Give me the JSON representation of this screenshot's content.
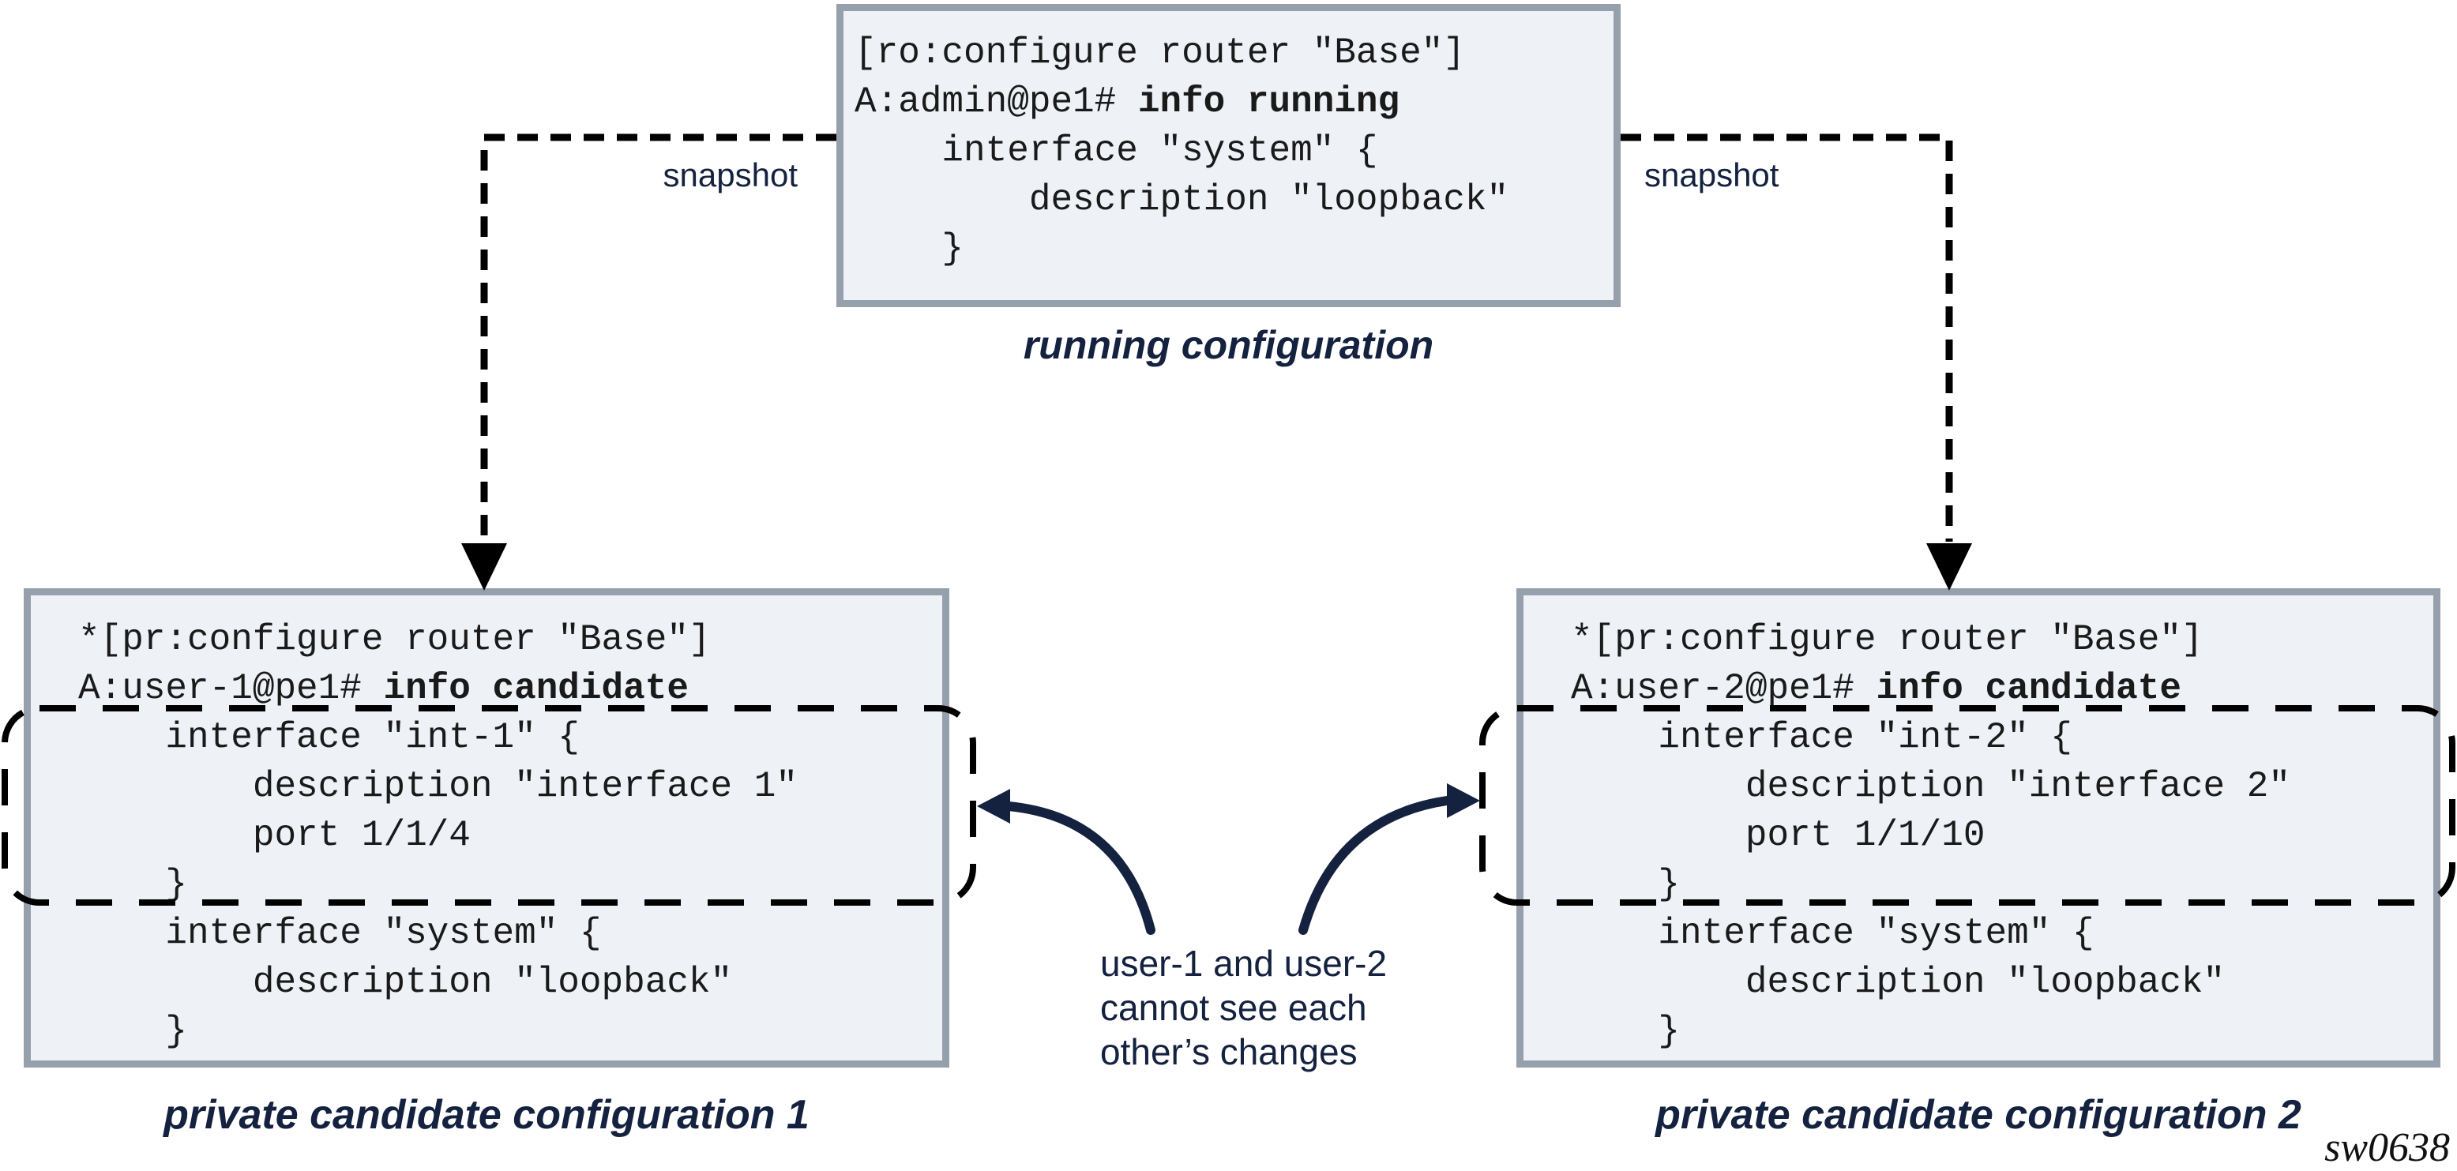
{
  "colors": {
    "navy": "#14213f",
    "box_fill": "#eef2f7",
    "box_border": "#96a0ac",
    "connector_black": "#000000"
  },
  "running": {
    "label": "running configuration",
    "lines": [
      [
        {
          "t": "[ro:configure router \"Base\"]"
        }
      ],
      [
        {
          "t": "A:admin@pe1# "
        },
        {
          "t": "info running",
          "b": true
        }
      ],
      [
        {
          "t": "    interface \"system\" {"
        }
      ],
      [
        {
          "t": "        description \"loopback\""
        }
      ],
      [
        {
          "t": "    }"
        }
      ]
    ]
  },
  "candidate1": {
    "label": "private candidate configuration 1",
    "lines": [
      [
        {
          "t": "*[pr:configure router \"Base\"]"
        }
      ],
      [
        {
          "t": "A:user-1@pe1# "
        },
        {
          "t": "info candidate",
          "b": true
        }
      ],
      [
        {
          "t": "    interface \"int-1\" {"
        }
      ],
      [
        {
          "t": "        description \"interface 1\""
        }
      ],
      [
        {
          "t": "        port 1/1/4"
        }
      ],
      [
        {
          "t": "    }"
        }
      ],
      [
        {
          "t": "    interface \"system\" {"
        }
      ],
      [
        {
          "t": "        description \"loopback\""
        }
      ],
      [
        {
          "t": "    }"
        }
      ]
    ]
  },
  "candidate2": {
    "label": "private candidate configuration 2",
    "lines": [
      [
        {
          "t": "*[pr:configure router \"Base\"]"
        }
      ],
      [
        {
          "t": "A:user-2@pe1# "
        },
        {
          "t": "info candidate",
          "b": true
        }
      ],
      [
        {
          "t": "    interface \"int-2\" {"
        }
      ],
      [
        {
          "t": "        description \"interface 2\""
        }
      ],
      [
        {
          "t": "        port 1/1/10"
        }
      ],
      [
        {
          "t": "    }"
        }
      ],
      [
        {
          "t": "    interface \"system\" {"
        }
      ],
      [
        {
          "t": "        description \"loopback\""
        }
      ],
      [
        {
          "t": "    }"
        }
      ]
    ]
  },
  "connectors": {
    "snapshot_left_label": "snapshot",
    "snapshot_right_label": "snapshot"
  },
  "annotation": {
    "line1": "user-1 and user-2",
    "line2": "cannot see each",
    "line3": "other’s changes"
  },
  "watermark": "sw0638"
}
